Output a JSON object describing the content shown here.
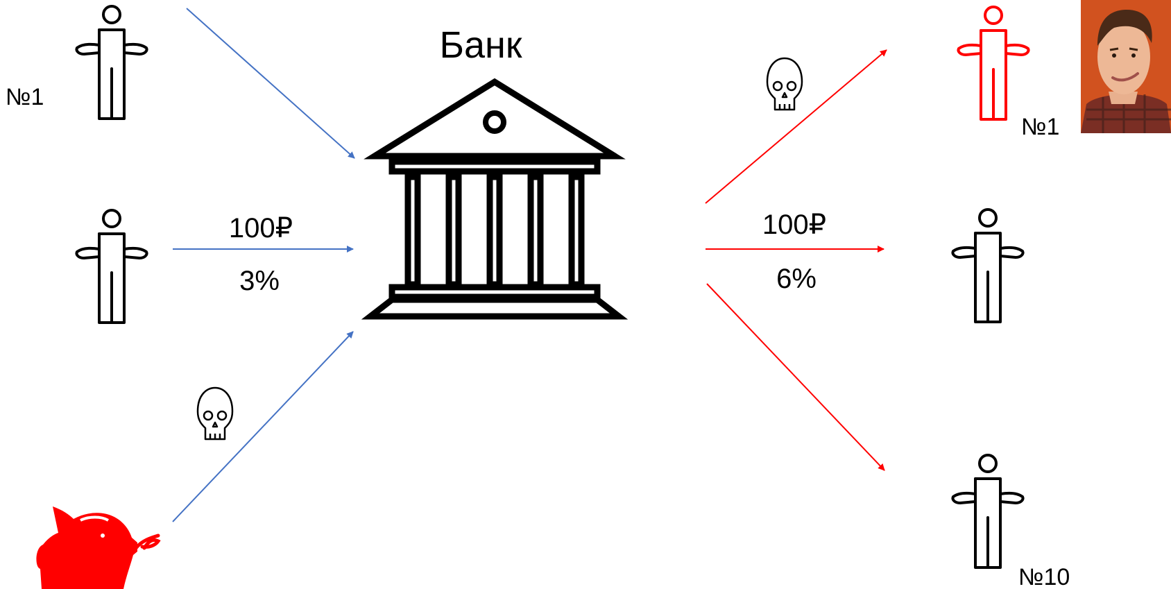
{
  "title": "Банк",
  "colors": {
    "deposit_arrow": "#4472C4",
    "loan_arrow": "#FF0000",
    "highlight": "#FF0000",
    "line": "#000000"
  },
  "left": {
    "depositor_label": "№1",
    "amount": "100₽",
    "rate": "3%",
    "risk_icon": "skull-icon",
    "savings_icon": "piggy-bank-icon"
  },
  "right": {
    "borrower_first_label": "№1",
    "amount": "100₽",
    "rate": "6%",
    "borrower_last_label": "№10",
    "risk_icon": "skull-icon",
    "photo": "smirking-man-photo"
  }
}
